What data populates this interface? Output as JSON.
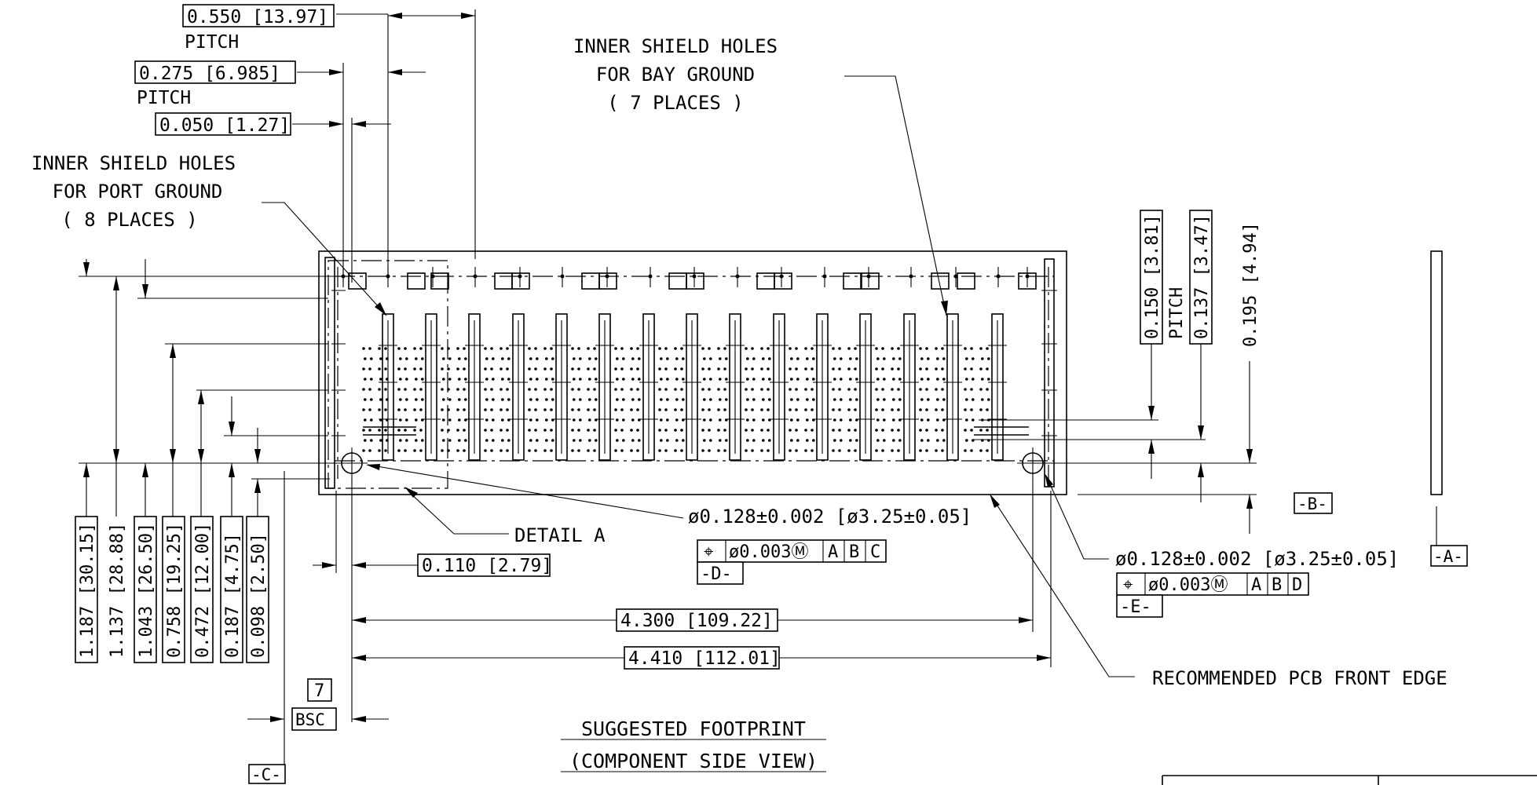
{
  "dims": {
    "pitch_large": "0.550 [13.97]",
    "pitch_large_label": "PITCH",
    "pitch_small": "0.275 [6.985]",
    "pitch_small_label": "PITCH",
    "slot_width": "0.050 [1.27]",
    "v_1187": "1.187 [30.15]",
    "v_1137": "1.137 [28.88]",
    "v_1043": "1.043 [26.50]",
    "v_0758": "0.758 [19.25]",
    "v_0472": "0.472 [12.00]",
    "v_0187": "0.187 [4.75]",
    "v_0098": "0.098 [2.50]",
    "r_0150": "0.150 [3.81]",
    "r_pitch": "PITCH",
    "r_0137": "0.137 [3.47]",
    "r_0195": "0.195 [4.94]",
    "h_0110": "0.110 [2.79]",
    "h_4300": "4.300 [109.22]",
    "h_4410": "4.410 [112.01]",
    "bsc_count": "7",
    "bsc_label": "BSC"
  },
  "notes": {
    "bay_line1": "INNER SHIELD HOLES",
    "bay_line2": "FOR BAY GROUND",
    "bay_line3": "( 7 PLACES )",
    "port_line1": "INNER SHIELD HOLES",
    "port_line2": "FOR PORT GROUND",
    "port_line3": "( 8 PLACES )",
    "detail": "DETAIL A",
    "hole1": "ø0.128±0.002 [ø3.25±0.05]",
    "hole2": "ø0.128±0.002 [ø3.25±0.05]",
    "pcb_edge": "RECOMMENDED PCB FRONT EDGE"
  },
  "fcf": {
    "d": {
      "symbol": "⌖",
      "tol": "ø0.003Ⓜ",
      "refs": [
        "A",
        "B",
        "C"
      ],
      "datum": "-D-"
    },
    "e": {
      "symbol": "⌖",
      "tol": "ø0.003Ⓜ",
      "refs": [
        "A",
        "B",
        "D"
      ],
      "datum": "-E-"
    }
  },
  "datums": {
    "a": "-A-",
    "b": "-B-",
    "c": "-C-"
  },
  "titles": {
    "main": "SUGGESTED FOOTPRINT",
    "sub": "(COMPONENT SIDE VIEW)"
  }
}
